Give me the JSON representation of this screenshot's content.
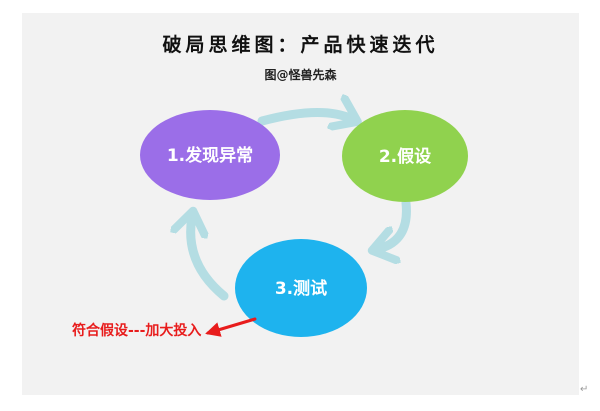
{
  "title": "破局思维图：产品快速迭代",
  "credit": "图@怪兽先森",
  "nodes": [
    {
      "id": "n1",
      "label": "1.发现异常",
      "color": "#9b6ee8"
    },
    {
      "id": "n2",
      "label": "2.假设",
      "color": "#90d24e"
    },
    {
      "id": "n3",
      "label": "3.测试",
      "color": "#1eb3ee"
    }
  ],
  "cycle_arrow_color": "#b4dde3",
  "note": {
    "text": "符合假设---加大投入",
    "color": "#e81c1c"
  },
  "paragraph_mark": "↵"
}
